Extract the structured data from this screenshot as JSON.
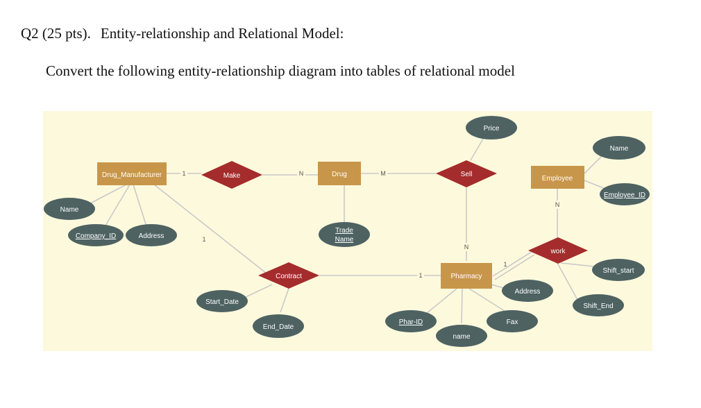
{
  "question": {
    "label": "Q2 (25 pts).",
    "title": "Entity-relationship and Relational Model:",
    "instruction": "Convert the following entity-relationship diagram into tables of relational model"
  },
  "diagram": {
    "colors": {
      "background": "#fdf9dc",
      "entity": "#c8964a",
      "relationship": "#a52c2c",
      "attribute": "#4e6262",
      "line": "#c9c9c9",
      "text": "#ffffff",
      "cardinality": "#555555"
    },
    "entities": {
      "drug_manufacturer": "Drug_Manufacturer",
      "drug": "Drug",
      "employee": "Employee",
      "pharmacy": "Pharmacy"
    },
    "relationships": {
      "make": "Make",
      "sell": "Sell",
      "work": "work",
      "contract": "Contract"
    },
    "attributes": {
      "manufacturer_name": "Name",
      "company_id": "Company_ID",
      "address": "Address",
      "price": "Price",
      "employee_name": "Name",
      "employee_id": "Employee_ID",
      "trade_name_line1": "Trade",
      "trade_name_line2": "Name",
      "shift_start": "Shift_start",
      "shift_end": "Shift_End",
      "pharmacy_address": "Address",
      "start_date": "Start_Date",
      "end_date": "End_Date",
      "phar_id": "Phar-ID",
      "fax": "Fax",
      "pharmacy_name": "name"
    },
    "cardinalities": {
      "manufacturer_make": "1",
      "make_drug": "N",
      "drug_sell": "M",
      "sell_pharmacy": "N",
      "manufacturer_contract": "1",
      "contract_pharmacy": "1",
      "employee_work": "N",
      "work_pharmacy": "1"
    }
  }
}
